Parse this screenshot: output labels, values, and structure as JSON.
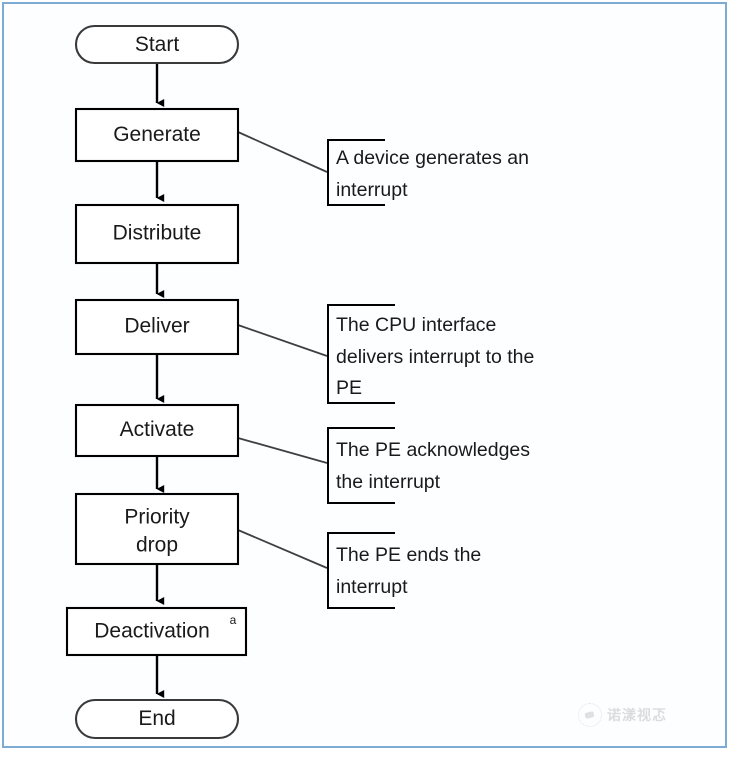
{
  "diagram": {
    "type": "flowchart",
    "title": "",
    "orientation": "vertical",
    "frame_color": "#7eabd4",
    "background": "#ffffff",
    "node_border_color": "#000000",
    "nodes": [
      {
        "id": "start",
        "label": "Start",
        "shape": "terminator",
        "superscript": ""
      },
      {
        "id": "generate",
        "label": "Generate",
        "shape": "process",
        "superscript": ""
      },
      {
        "id": "distribute",
        "label": "Distribute",
        "shape": "process",
        "superscript": ""
      },
      {
        "id": "deliver",
        "label": "Deliver",
        "shape": "process",
        "superscript": ""
      },
      {
        "id": "activate",
        "label": "Activate",
        "shape": "process",
        "superscript": ""
      },
      {
        "id": "priority",
        "label": "Priority",
        "label2": "drop",
        "shape": "process",
        "superscript": ""
      },
      {
        "id": "deactivation",
        "label": "Deactivation",
        "shape": "process",
        "superscript": "a"
      },
      {
        "id": "end",
        "label": "End",
        "shape": "terminator",
        "superscript": ""
      }
    ],
    "edges": [
      {
        "from": "start",
        "to": "generate"
      },
      {
        "from": "generate",
        "to": "distribute"
      },
      {
        "from": "distribute",
        "to": "deliver"
      },
      {
        "from": "deliver",
        "to": "activate"
      },
      {
        "from": "activate",
        "to": "priority"
      },
      {
        "from": "priority",
        "to": "deactivation"
      },
      {
        "from": "deactivation",
        "to": "end"
      }
    ],
    "callouts": [
      {
        "id": "callout-generate",
        "attached_to": "generate",
        "lines": [
          "A device generates an",
          "interrupt"
        ]
      },
      {
        "id": "callout-deliver",
        "attached_to": "deliver",
        "lines": [
          "The CPU interface",
          "delivers interrupt to the",
          "PE"
        ]
      },
      {
        "id": "callout-activate",
        "attached_to": "activate",
        "lines": [
          "The PE acknowledges",
          "the interrupt"
        ]
      },
      {
        "id": "callout-priority",
        "attached_to": "priority",
        "lines": [
          "The PE ends the",
          "interrupt"
        ]
      }
    ]
  },
  "watermark": {
    "label": "诺漾视忑",
    "icon": "camera-logo-icon"
  }
}
